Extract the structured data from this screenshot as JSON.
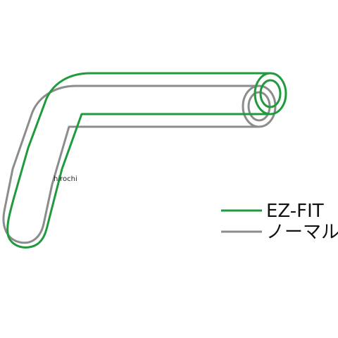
{
  "watermark": "hirochi",
  "legend": {
    "ezfit_label": "EZ-FIT",
    "normal_label": "ノーマル"
  },
  "colors": {
    "ezfit": "#1f9a3c",
    "normal": "#8c8c8c",
    "background": "#ffffff",
    "text": "#111111"
  }
}
